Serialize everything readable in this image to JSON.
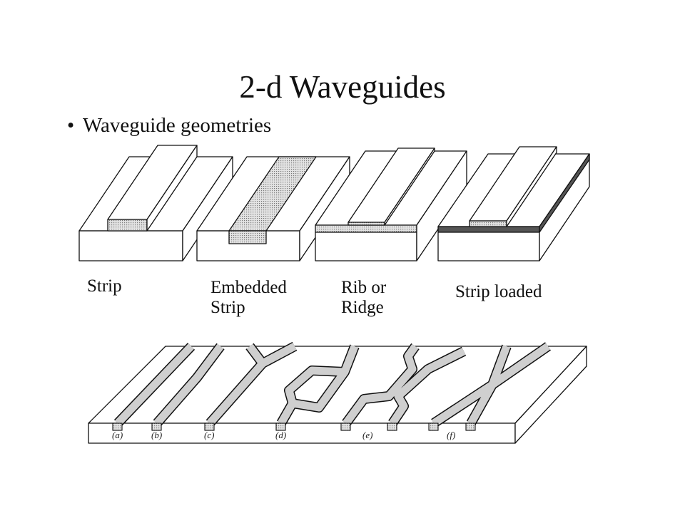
{
  "slide": {
    "title": "2-d Waveguides",
    "bullet": "Waveguide geometries"
  },
  "geometries": [
    {
      "label": "Strip"
    },
    {
      "label": "Embedded\nStrip"
    },
    {
      "label": "Rib or\nRidge"
    },
    {
      "label": "Strip loaded"
    }
  ],
  "circuit": {
    "sublabels": [
      "(a)",
      "(b)",
      "(c)",
      "(d)",
      "(e)",
      "(f)"
    ]
  },
  "colors": {
    "ink": "#111111",
    "stipple": "#bdbdbd",
    "dark_layer": "#555555"
  }
}
